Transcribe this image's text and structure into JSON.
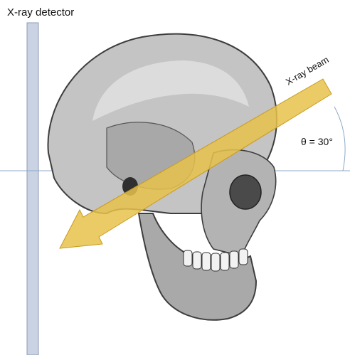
{
  "labels": {
    "detector": "X-ray detector",
    "beam": "X-ray beam",
    "angle": "θ = 30°"
  },
  "beam_angle_deg": 30,
  "colors": {
    "detector_fill": "#c9d3e3",
    "detector_stroke": "#8d9bb5",
    "beam_fill": "#e8c24a",
    "beam_stroke": "#c99a1e",
    "reference_line": "#8fa9c8",
    "skull_shade": "#9a9a9a"
  }
}
